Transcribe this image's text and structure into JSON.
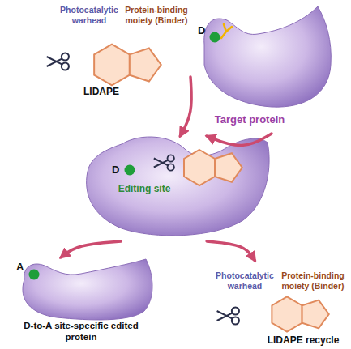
{
  "diagram": {
    "nodes": [
      {
        "text": [
          "Photocatalytic warhead",
          "Protein-binding moiety (Binder)",
          "LIDAPE"
        ]
      },
      {
        "text": [
          "D",
          "Target protein"
        ]
      },
      {
        "text": [
          "D",
          "Editing site"
        ]
      },
      {
        "text": [
          "A",
          "D-to-A site-specific edited protein"
        ]
      },
      {
        "text": [
          "Photocatalytic warhead",
          "Protein-binding moiety (Binder)",
          "LIDAPE recycle"
        ]
      }
    ],
    "edges": [
      {
        "from": 0,
        "to": 2,
        "arrow": "to"
      },
      {
        "from": 1,
        "to": 2,
        "arrow": "to"
      },
      {
        "from": 2,
        "to": 3,
        "arrow": "to"
      },
      {
        "from": 2,
        "to": 4,
        "arrow": "to"
      }
    ]
  }
}
